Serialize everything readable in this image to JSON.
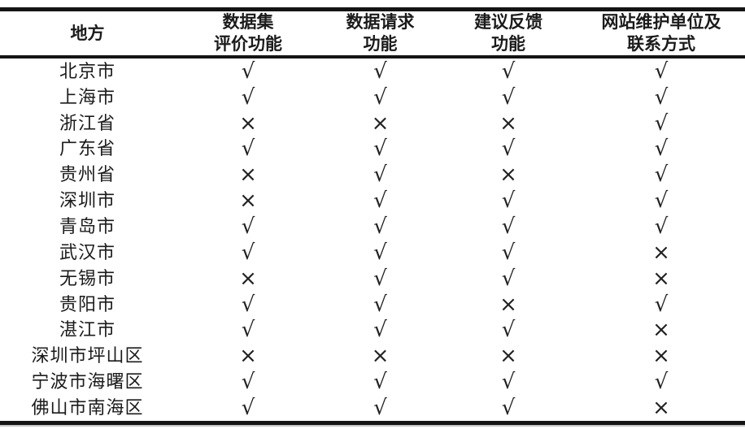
{
  "page": {
    "background": "#ffffff",
    "text_color": "#1b1b1b",
    "rule_color": "#141414"
  },
  "table": {
    "header": {
      "col1": {
        "line1": "地方",
        "line2": ""
      },
      "col2": {
        "line1": "数据集",
        "line2": "评价功能"
      },
      "col3": {
        "line1": "数据请求",
        "line2": "功能"
      },
      "col4": {
        "line1": "建议反馈",
        "line2": "功能"
      },
      "col5": {
        "line1": "网站维护单位及",
        "line2": "联系方式"
      }
    },
    "symbols": {
      "check": "√",
      "cross": "×"
    },
    "rows": [
      {
        "place": "北京市",
        "marks": [
          "√",
          "√",
          "√",
          "√"
        ]
      },
      {
        "place": "上海市",
        "marks": [
          "√",
          "√",
          "√",
          "√"
        ]
      },
      {
        "place": "浙江省",
        "marks": [
          "×",
          "×",
          "×",
          "√"
        ]
      },
      {
        "place": "广东省",
        "marks": [
          "√",
          "√",
          "√",
          "√"
        ]
      },
      {
        "place": "贵州省",
        "marks": [
          "×",
          "√",
          "×",
          "√"
        ]
      },
      {
        "place": "深圳市",
        "marks": [
          "×",
          "√",
          "√",
          "√"
        ]
      },
      {
        "place": "青岛市",
        "marks": [
          "√",
          "√",
          "√",
          "√"
        ]
      },
      {
        "place": "武汉市",
        "marks": [
          "√",
          "√",
          "√",
          "×"
        ]
      },
      {
        "place": "无锡市",
        "marks": [
          "×",
          "√",
          "√",
          "×"
        ]
      },
      {
        "place": "贵阳市",
        "marks": [
          "√",
          "√",
          "×",
          "√"
        ]
      },
      {
        "place": "湛江市",
        "marks": [
          "√",
          "√",
          "√",
          "×"
        ]
      },
      {
        "place": "深圳市坪山区",
        "marks": [
          "×",
          "×",
          "×",
          "×"
        ]
      },
      {
        "place": "宁波市海曙区",
        "marks": [
          "√",
          "√",
          "√",
          "√"
        ]
      },
      {
        "place": "佛山市南海区",
        "marks": [
          "√",
          "√",
          "√",
          "×"
        ]
      }
    ]
  }
}
